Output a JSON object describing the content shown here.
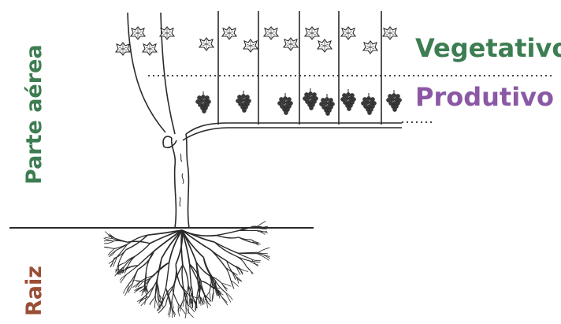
{
  "labels": {
    "vegetativo": "Vegetativo",
    "produtivo": "Produtivo",
    "parte_aerea": "Parte aérea",
    "raiz": "Raiz"
  },
  "colors": {
    "vegetativo": "#3d7d52",
    "produtivo": "#8a58a4",
    "parte_aerea": "#3d7d52",
    "raiz": "#9a4e36",
    "line": "#2a2a2a"
  },
  "icons": [
    "leaf-icon",
    "grape-cluster-icon"
  ]
}
